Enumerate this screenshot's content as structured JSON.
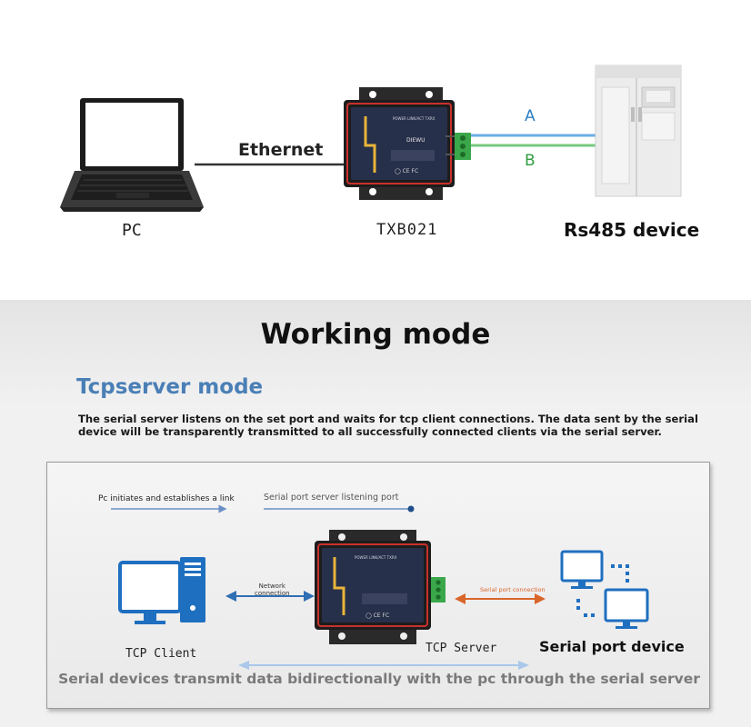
{
  "top_diagram": {
    "pc_label": "PC",
    "ethernet_label": "Ethernet",
    "device_label": "TXB021",
    "rs485_label": "Rs485 device",
    "wire_a": "A",
    "wire_b": "B",
    "device_brand": "DIEWU"
  },
  "section": {
    "title": "Working mode",
    "mode_title": "Tcpserver mode",
    "mode_description": "The serial server listens on the set port and waits for tcp client connections. The data sent by the serial device will be transparently transmitted to all successfully connected clients via the serial server."
  },
  "panel": {
    "initiates_label": "Pc initiates and establishes a link",
    "listening_label": "Serial port server listening port",
    "network_label_1": "Network",
    "network_label_2": "connection",
    "serial_conn_label": "Serial port connection",
    "tcp_client_label": "TCP Client",
    "tcp_server_label": "TCP Server",
    "serial_device_label": "Serial port device",
    "bottom_text": "Serial devices transmit data bidirectionally with the pc through the serial server"
  },
  "colors": {
    "mode_title": "#4a7fb6",
    "wire_a": "#2d7fc1",
    "wire_b": "#2f9e3f",
    "device_accent": "#c8312b",
    "serial_arrow": "#d9652b",
    "network_arrow": "#2f6fb3",
    "monitor_blue": "#1f6fc0"
  }
}
